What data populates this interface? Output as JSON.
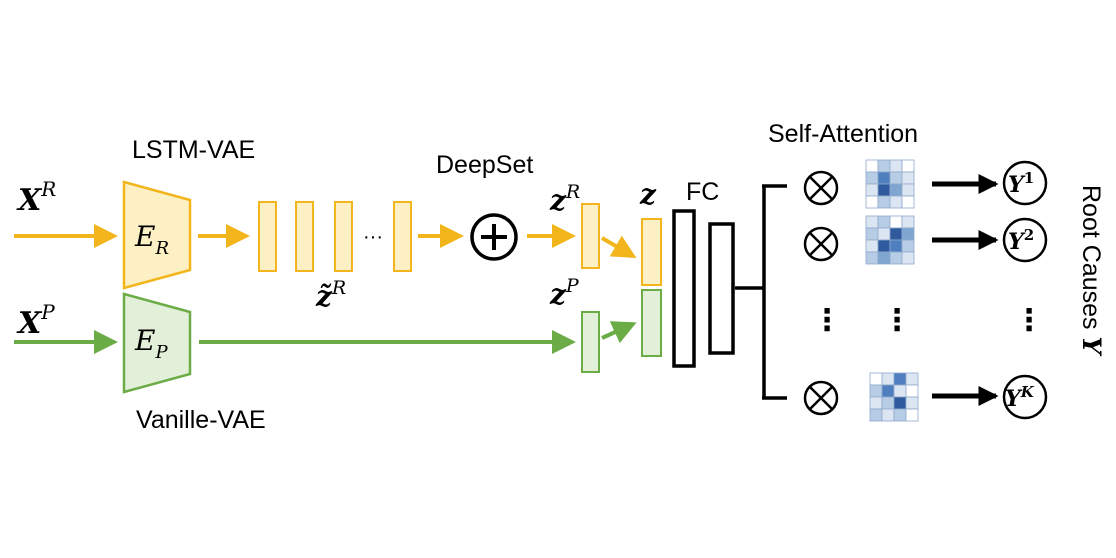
{
  "labels": {
    "lstm_vae": "LSTM-VAE",
    "vanille_vae": "Vanille-VAE",
    "deepset": "DeepSet",
    "fc": "FC",
    "self_attention": "Self-Attention",
    "root_causes": "Root Causes",
    "ellipsis": "···",
    "vdots": "⋮"
  },
  "math": {
    "xr_base": "X",
    "xr_sup": "R",
    "xp_base": "X",
    "xp_sup": "P",
    "er_base": "E",
    "er_sub": "R",
    "ep_base": "E",
    "ep_sub": "P",
    "zt_base": "z̃",
    "zt_sup": "R",
    "zr_base": "z",
    "zr_sup": "R",
    "zp_base": "z",
    "zp_sup": "P",
    "z": "z",
    "oplus": "+",
    "otimes": "⊗",
    "y_var": "Y",
    "y1_base": "Y",
    "y1_sup": "1",
    "y2_base": "Y",
    "y2_sup": "2",
    "yk_base": "Y",
    "yk_sup": "K"
  },
  "colors": {
    "yellow_stroke": "#f2b61c",
    "yellow_fill": "#fdf0c4",
    "green_stroke": "#6bac47",
    "green_fill": "#e3f0d9",
    "black": "#000000",
    "blue_shades": [
      "#ffffff",
      "#dce6f2",
      "#b7cde5",
      "#7fa6d1",
      "#4f7fbf",
      "#2f5a9e"
    ]
  },
  "attention_maps": [
    [
      [
        0,
        2,
        1,
        0
      ],
      [
        2,
        4,
        2,
        1
      ],
      [
        1,
        5,
        3,
        1
      ],
      [
        0,
        2,
        1,
        0
      ]
    ],
    [
      [
        1,
        2,
        0,
        1
      ],
      [
        2,
        1,
        5,
        3
      ],
      [
        1,
        5,
        4,
        2
      ],
      [
        2,
        3,
        2,
        1
      ]
    ],
    [
      [
        0,
        1,
        4,
        1
      ],
      [
        2,
        4,
        1,
        0
      ],
      [
        1,
        2,
        5,
        1
      ],
      [
        2,
        1,
        2,
        0
      ]
    ]
  ]
}
